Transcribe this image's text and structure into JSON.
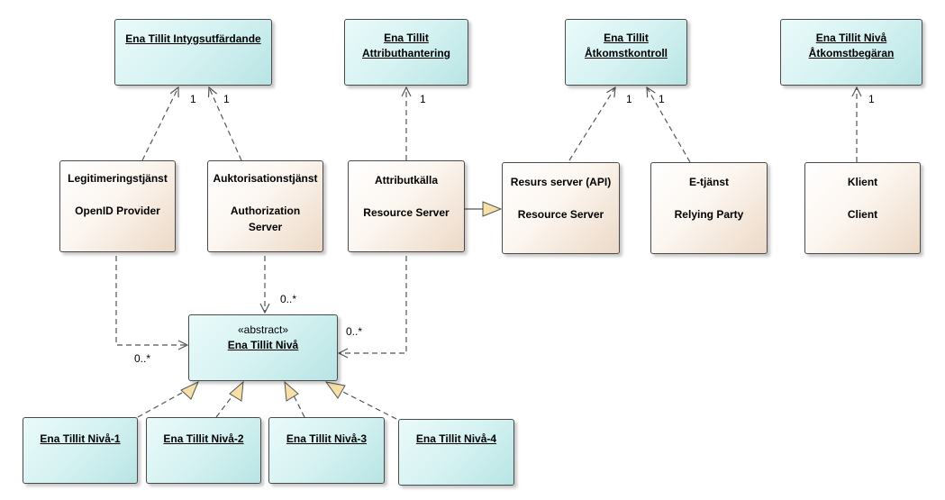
{
  "interfaces": {
    "intygsutfardande": "Ena Tillit Intygsutfärdande",
    "attributhantering": [
      "Ena Tillit",
      "Attributhantering"
    ],
    "atkomstkontroll": [
      "Ena Tillit",
      "Åtkomstkontroll"
    ],
    "atkomstbegaran": [
      "Ena Tillit Nivå",
      "Åtkomstbegäran"
    ]
  },
  "components": {
    "legitimering": {
      "name": "Legitimeringstjänst",
      "role": "OpenID Provider"
    },
    "auktorisation": {
      "name": "Auktorisationstjänst",
      "role": [
        "Authorization",
        "Server"
      ]
    },
    "attributkalla": {
      "name": "Attributkälla",
      "role": "Resource Server"
    },
    "resursserver": {
      "name": "Resurs server (API)",
      "role": "Resource Server"
    },
    "etjanst": {
      "name": "E-tjänst",
      "role": "Relying Party"
    },
    "klient": {
      "name": "Klient",
      "role": "Client"
    }
  },
  "abstract_class": {
    "stereotype": "«abstract»",
    "name": "Ena Tillit Nivå"
  },
  "levels": [
    "Ena Tillit Nivå-1",
    "Ena Tillit Nivå-2",
    "Ena Tillit Nivå-3",
    "Ena Tillit Nivå-4"
  ],
  "multiplicities": {
    "one": "1",
    "many": "0..*"
  },
  "colors": {
    "interface_fill": "#d6f2f2",
    "class_fill": "#f5e6d8",
    "border": "#4a4a4a",
    "generalization_head": "#f7dfa8"
  }
}
